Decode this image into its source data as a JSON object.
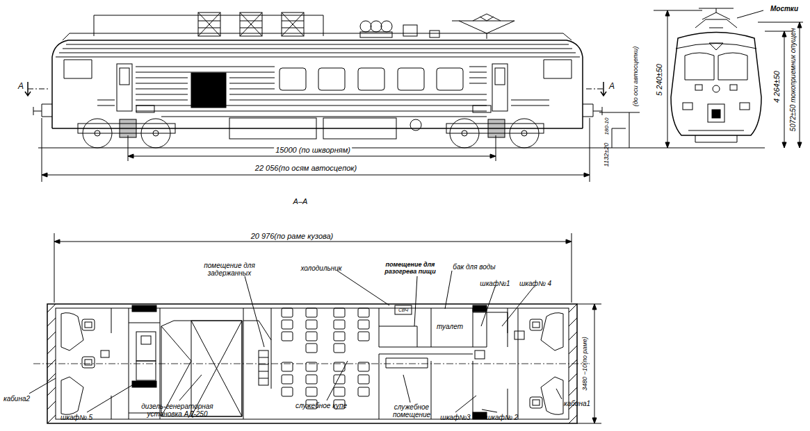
{
  "diagram": {
    "labels": [
      "Мостки",
      "A",
      "A",
      "(до оси автосцепки)",
      "5 240±50",
      "4 264±50",
      "5072±50 токоприемник опущен",
      "180-10",
      "1132±20",
      "15000 (по шкворням)",
      "22 056(по осям автосцепок)",
      "A–A",
      "20 976(по раме кузова)",
      "3480 −10(по раме)",
      "помещение для задержанных",
      "холодильник",
      "помещение для разогрева пищи",
      "бак для воды",
      "шкаф№1",
      "шкаф№ 4",
      "СВЧ",
      "туалет",
      "кабина2",
      "кабина1",
      "шкаф№ 5",
      "дизель-генераторная установка АД-250",
      "служебное купе",
      "служебное помещение",
      "шкаф№3",
      "шкаф№ 2"
    ]
  }
}
